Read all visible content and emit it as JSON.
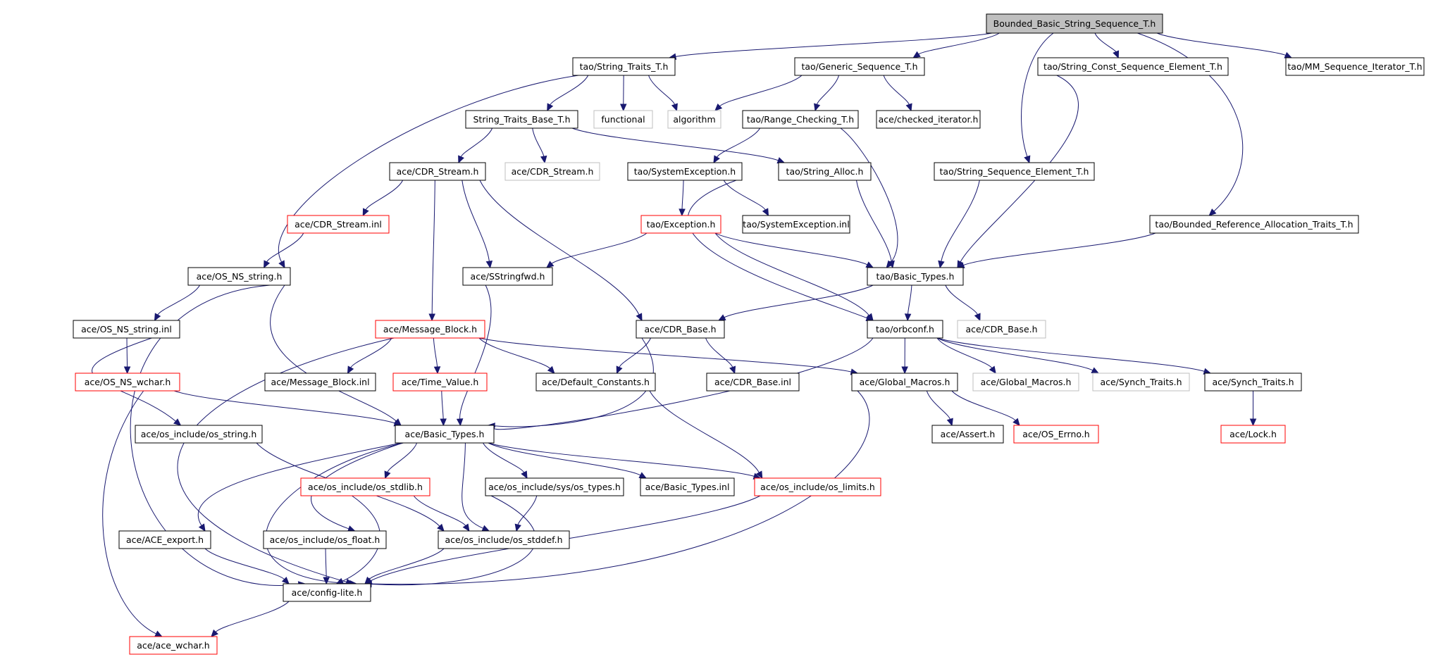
{
  "colors": {
    "edge": "#191970",
    "root_fill": "#bfbfbf",
    "node_border": "#000000",
    "missing_border": "#bfbfbf",
    "incomplete_border": "#ff0000"
  },
  "nodes": [
    {
      "id": "root",
      "label": "Bounded_Basic_String_Sequence_T.h",
      "style": "root"
    },
    {
      "id": "strtraits",
      "label": "tao/String_Traits_T.h",
      "style": "normal"
    },
    {
      "id": "genseq",
      "label": "tao/Generic_Sequence_T.h",
      "style": "normal"
    },
    {
      "id": "strconst",
      "label": "tao/String_Const_Sequence_Element_T.h",
      "style": "normal"
    },
    {
      "id": "mmseq",
      "label": "tao/MM_Sequence_Iterator_T.h",
      "style": "normal"
    },
    {
      "id": "strbase",
      "label": "String_Traits_Base_T.h",
      "style": "normal"
    },
    {
      "id": "functional",
      "label": "functional",
      "style": "missing"
    },
    {
      "id": "algorithm",
      "label": "algorithm",
      "style": "missing"
    },
    {
      "id": "rangechk",
      "label": "tao/Range_Checking_T.h",
      "style": "normal"
    },
    {
      "id": "checkediter",
      "label": "ace/checked_iterator.h",
      "style": "normal"
    },
    {
      "id": "cdrstream",
      "label": "ace/CDR_Stream.h",
      "style": "normal"
    },
    {
      "id": "cdrstream2",
      "label": "ace/CDR_Stream.h",
      "style": "missing"
    },
    {
      "id": "sysexc",
      "label": "tao/SystemException.h",
      "style": "normal"
    },
    {
      "id": "stralloc",
      "label": "tao/String_Alloc.h",
      "style": "normal"
    },
    {
      "id": "strseqel",
      "label": "tao/String_Sequence_Element_T.h",
      "style": "normal"
    },
    {
      "id": "cdrinl",
      "label": "ace/CDR_Stream.inl",
      "style": "incomplete"
    },
    {
      "id": "exception",
      "label": "tao/Exception.h",
      "style": "incomplete"
    },
    {
      "id": "sysexcinl",
      "label": "tao/SystemException.inl",
      "style": "normal"
    },
    {
      "id": "boundedref",
      "label": "tao/Bounded_Reference_Allocation_Traits_T.h",
      "style": "normal"
    },
    {
      "id": "osnsstring",
      "label": "ace/OS_NS_string.h",
      "style": "normal"
    },
    {
      "id": "sstringfwd",
      "label": "ace/SStringfwd.h",
      "style": "normal"
    },
    {
      "id": "taobasic",
      "label": "tao/Basic_Types.h",
      "style": "normal"
    },
    {
      "id": "osnsinl",
      "label": "ace/OS_NS_string.inl",
      "style": "normal"
    },
    {
      "id": "msgblock",
      "label": "ace/Message_Block.h",
      "style": "incomplete"
    },
    {
      "id": "cdrbase",
      "label": "ace/CDR_Base.h",
      "style": "normal"
    },
    {
      "id": "orbconf",
      "label": "tao/orbconf.h",
      "style": "normal"
    },
    {
      "id": "cdrbase2",
      "label": "ace/CDR_Base.h",
      "style": "missing"
    },
    {
      "id": "oswchar",
      "label": "ace/OS_NS_wchar.h",
      "style": "incomplete"
    },
    {
      "id": "msgblockinl",
      "label": "ace/Message_Block.inl",
      "style": "normal"
    },
    {
      "id": "timevalue",
      "label": "ace/Time_Value.h",
      "style": "incomplete"
    },
    {
      "id": "defconst",
      "label": "ace/Default_Constants.h",
      "style": "normal"
    },
    {
      "id": "cdrbaseinl",
      "label": "ace/CDR_Base.inl",
      "style": "normal"
    },
    {
      "id": "globalmacros",
      "label": "ace/Global_Macros.h",
      "style": "normal"
    },
    {
      "id": "globalmacros2",
      "label": "ace/Global_Macros.h",
      "style": "missing"
    },
    {
      "id": "synch2",
      "label": "ace/Synch_Traits.h",
      "style": "missing"
    },
    {
      "id": "synch",
      "label": "ace/Synch_Traits.h",
      "style": "normal"
    },
    {
      "id": "osstring",
      "label": "ace/os_include/os_string.h",
      "style": "normal"
    },
    {
      "id": "acebasic",
      "label": "ace/Basic_Types.h",
      "style": "normal"
    },
    {
      "id": "assert",
      "label": "ace/Assert.h",
      "style": "normal"
    },
    {
      "id": "oserrno",
      "label": "ace/OS_Errno.h",
      "style": "incomplete"
    },
    {
      "id": "lock",
      "label": "ace/Lock.h",
      "style": "incomplete"
    },
    {
      "id": "osstdlib",
      "label": "ace/os_include/os_stdlib.h",
      "style": "incomplete"
    },
    {
      "id": "ostypes",
      "label": "ace/os_include/sys/os_types.h",
      "style": "normal"
    },
    {
      "id": "basicinl",
      "label": "ace/Basic_Types.inl",
      "style": "normal"
    },
    {
      "id": "oslimits",
      "label": "ace/os_include/os_limits.h",
      "style": "incomplete"
    },
    {
      "id": "aceexport",
      "label": "ace/ACE_export.h",
      "style": "normal"
    },
    {
      "id": "osfloat",
      "label": "ace/os_include/os_float.h",
      "style": "normal"
    },
    {
      "id": "osstddef",
      "label": "ace/os_include/os_stddef.h",
      "style": "normal"
    },
    {
      "id": "configlite",
      "label": "ace/config-lite.h",
      "style": "normal"
    },
    {
      "id": "wchar",
      "label": "ace/ace_wchar.h",
      "style": "incomplete"
    }
  ],
  "edges": [
    [
      "root",
      "strtraits"
    ],
    [
      "root",
      "genseq"
    ],
    [
      "root",
      "strconst"
    ],
    [
      "root",
      "mmseq"
    ],
    [
      "root",
      "strseqel"
    ],
    [
      "root",
      "boundedref"
    ],
    [
      "strtraits",
      "strbase"
    ],
    [
      "strtraits",
      "functional"
    ],
    [
      "strtraits",
      "algorithm"
    ],
    [
      "strtraits",
      "osnsstring"
    ],
    [
      "genseq",
      "algorithm"
    ],
    [
      "genseq",
      "rangechk"
    ],
    [
      "genseq",
      "checkediter"
    ],
    [
      "strconst",
      "taobasic"
    ],
    [
      "strbase",
      "cdrstream"
    ],
    [
      "strbase",
      "cdrstream2"
    ],
    [
      "strbase",
      "stralloc"
    ],
    [
      "rangechk",
      "sysexc"
    ],
    [
      "rangechk",
      "taobasic"
    ],
    [
      "cdrstream",
      "cdrinl"
    ],
    [
      "cdrstream",
      "sstringfwd"
    ],
    [
      "cdrstream",
      "msgblock"
    ],
    [
      "cdrstream",
      "cdrbase"
    ],
    [
      "sysexc",
      "exception"
    ],
    [
      "sysexc",
      "sysexcinl"
    ],
    [
      "sysexc",
      "orbconf"
    ],
    [
      "stralloc",
      "taobasic"
    ],
    [
      "strseqel",
      "taobasic"
    ],
    [
      "boundedref",
      "taobasic"
    ],
    [
      "cdrinl",
      "osnsstring"
    ],
    [
      "exception",
      "sstringfwd"
    ],
    [
      "exception",
      "taobasic"
    ],
    [
      "exception",
      "orbconf"
    ],
    [
      "osnsstring",
      "osnsinl"
    ],
    [
      "osnsstring",
      "acebasic"
    ],
    [
      "osnsstring",
      "configlite"
    ],
    [
      "sstringfwd",
      "acebasic"
    ],
    [
      "taobasic",
      "cdrbase"
    ],
    [
      "taobasic",
      "orbconf"
    ],
    [
      "taobasic",
      "cdrbase2"
    ],
    [
      "osnsinl",
      "oswchar"
    ],
    [
      "osnsinl",
      "osstring"
    ],
    [
      "msgblock",
      "msgblockinl"
    ],
    [
      "msgblock",
      "timevalue"
    ],
    [
      "msgblock",
      "defconst"
    ],
    [
      "msgblock",
      "globalmacros"
    ],
    [
      "msgblock",
      "configlite"
    ],
    [
      "cdrbase",
      "defconst"
    ],
    [
      "cdrbase",
      "cdrbaseinl"
    ],
    [
      "cdrbase",
      "acebasic"
    ],
    [
      "orbconf",
      "globalmacros"
    ],
    [
      "orbconf",
      "globalmacros2"
    ],
    [
      "orbconf",
      "synch2"
    ],
    [
      "orbconf",
      "synch"
    ],
    [
      "orbconf",
      "acebasic"
    ],
    [
      "oswchar",
      "acebasic"
    ],
    [
      "oswchar",
      "wchar"
    ],
    [
      "timevalue",
      "acebasic"
    ],
    [
      "defconst",
      "oslimits"
    ],
    [
      "globalmacros",
      "assert"
    ],
    [
      "globalmacros",
      "oserrno"
    ],
    [
      "globalmacros",
      "configlite"
    ],
    [
      "synch",
      "lock"
    ],
    [
      "osstring",
      "osstddef"
    ],
    [
      "acebasic",
      "osstdlib"
    ],
    [
      "acebasic",
      "ostypes"
    ],
    [
      "acebasic",
      "basicinl"
    ],
    [
      "acebasic",
      "oslimits"
    ],
    [
      "acebasic",
      "aceexport"
    ],
    [
      "acebasic",
      "osfloat"
    ],
    [
      "acebasic",
      "osstddef"
    ],
    [
      "acebasic",
      "configlite"
    ],
    [
      "osstdlib",
      "osstddef"
    ],
    [
      "osstdlib",
      "configlite"
    ],
    [
      "ostypes",
      "osstddef"
    ],
    [
      "ostypes",
      "configlite"
    ],
    [
      "oslimits",
      "configlite"
    ],
    [
      "aceexport",
      "configlite"
    ],
    [
      "osfloat",
      "configlite"
    ],
    [
      "osstddef",
      "configlite"
    ],
    [
      "configlite",
      "wchar"
    ]
  ]
}
